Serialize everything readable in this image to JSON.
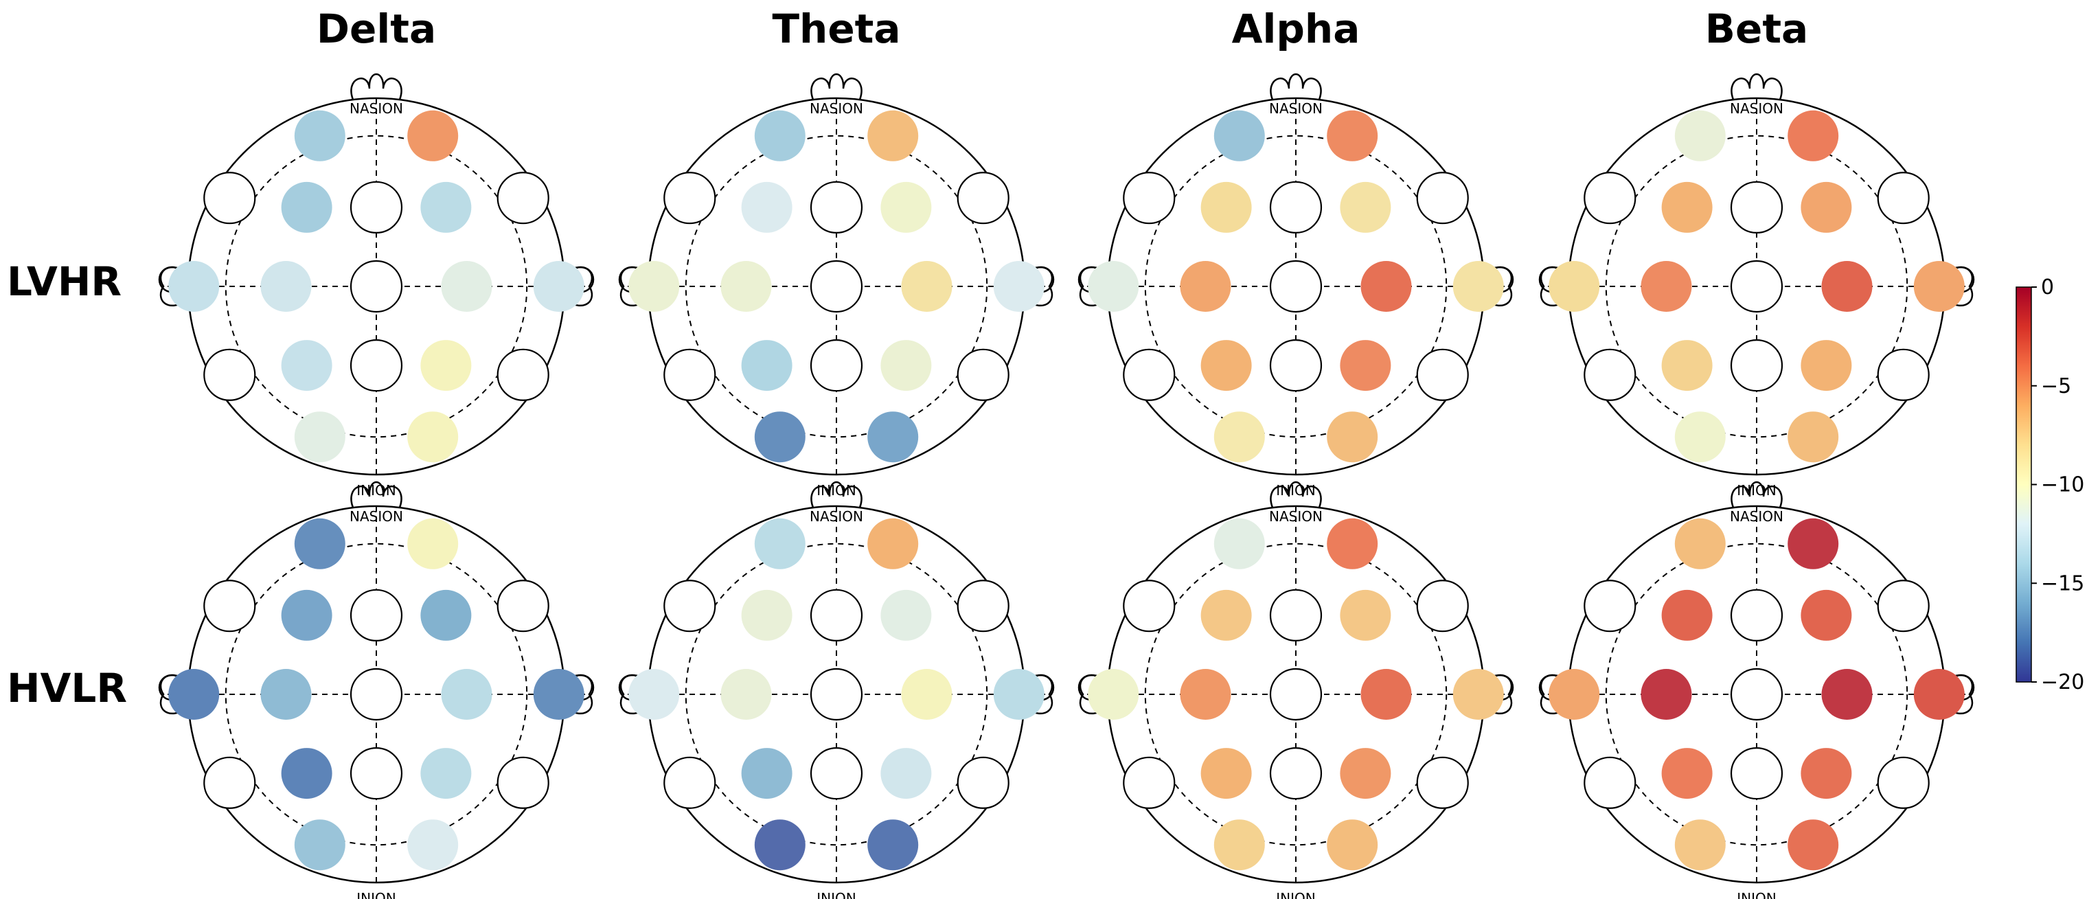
{
  "chart_data": {
    "type": "heatmap",
    "subtype": "eeg-topographic-electrode-map",
    "bands": [
      "Delta",
      "Theta",
      "Alpha",
      "Beta"
    ],
    "groups": [
      "LVHR",
      "HVLR"
    ],
    "landmarks": {
      "front": "NASION",
      "back": "INION"
    },
    "colormap": "RdYlBu_r",
    "colorbar": {
      "min": -20,
      "max": 0,
      "ticks": [
        "0",
        "−5",
        "−10",
        "−15",
        "−20"
      ],
      "tick_values": [
        0,
        -5,
        -10,
        -15,
        -20
      ]
    },
    "electrodes": [
      "Fp1",
      "Fp2",
      "F7",
      "F3",
      "Fz",
      "F4",
      "F8",
      "T3",
      "C3",
      "Cz",
      "C4",
      "T4",
      "T5",
      "P3",
      "Pz",
      "P4",
      "T6",
      "O1",
      "O2"
    ],
    "values": {
      "LVHR": {
        "Delta": {
          "Fp1": -14.5,
          "Fp2": -5.0,
          "F7": null,
          "F3": -14.5,
          "Fz": null,
          "F4": -13.5,
          "F8": null,
          "T3": -13.0,
          "C3": -12.5,
          "Cz": null,
          "C4": -11.5,
          "T4": -12.5,
          "T5": null,
          "P3": -13.0,
          "Pz": null,
          "P4": -9.8,
          "T6": null,
          "O1": -11.5,
          "O2": -9.8
        },
        "Theta": {
          "Fp1": -14.5,
          "Fp2": -6.5,
          "F7": null,
          "F3": -12.0,
          "Fz": null,
          "F4": -10.5,
          "F8": null,
          "T3": -10.8,
          "C3": -10.8,
          "Cz": null,
          "C4": -8.5,
          "T4": -12.0,
          "T5": null,
          "P3": -14.0,
          "Pz": null,
          "P4": -10.8,
          "T6": null,
          "O1": -17.5,
          "O2": -16.5
        },
        "Alpha": {
          "Fp1": -15.0,
          "Fp2": -4.5,
          "F7": null,
          "F3": -8.0,
          "Fz": null,
          "F4": -8.5,
          "F8": null,
          "T3": -11.5,
          "C3": -5.5,
          "Cz": null,
          "C4": -3.5,
          "T4": -8.5,
          "T5": null,
          "P3": -6.0,
          "Pz": null,
          "P4": -4.5,
          "T6": null,
          "O1": -9.0,
          "O2": -6.5
        },
        "Beta": {
          "Fp1": -11.0,
          "Fp2": -4.0,
          "F7": null,
          "F3": -6.0,
          "Fz": null,
          "F4": -5.5,
          "F8": null,
          "T3": -8.0,
          "C3": -4.5,
          "Cz": null,
          "C4": -3.0,
          "T4": -5.5,
          "T5": null,
          "P3": -7.5,
          "Pz": null,
          "P4": -6.0,
          "T6": null,
          "O1": -10.5,
          "O2": -6.5
        }
      },
      "HVLR": {
        "Delta": {
          "Fp1": -17.5,
          "Fp2": -9.8,
          "F7": null,
          "F3": -16.5,
          "Fz": null,
          "F4": -16.0,
          "F8": null,
          "T3": -18.0,
          "C3": -15.5,
          "Cz": null,
          "C4": -13.5,
          "T4": -17.5,
          "T5": null,
          "P3": -18.0,
          "Pz": null,
          "P4": -13.5,
          "T6": null,
          "O1": -15.0,
          "O2": -12.0
        },
        "Theta": {
          "Fp1": -13.5,
          "Fp2": -6.0,
          "F7": null,
          "F3": -11.0,
          "Fz": null,
          "F4": -11.5,
          "F8": null,
          "T3": -12.0,
          "C3": -11.0,
          "Cz": null,
          "C4": -9.8,
          "T4": -13.5,
          "T5": null,
          "P3": -15.5,
          "Pz": null,
          "P4": -12.5,
          "T6": null,
          "O1": -19.0,
          "O2": -18.5
        },
        "Alpha": {
          "Fp1": -11.5,
          "Fp2": -4.0,
          "F7": null,
          "F3": -7.0,
          "Fz": null,
          "F4": -7.0,
          "F8": null,
          "T3": -10.5,
          "C3": -5.0,
          "Cz": null,
          "C4": -3.5,
          "T4": -7.0,
          "T5": null,
          "P3": -6.0,
          "Pz": null,
          "P4": -5.0,
          "T6": null,
          "O1": -7.5,
          "O2": -6.5
        },
        "Beta": {
          "Fp1": -6.5,
          "Fp2": -1.0,
          "F7": null,
          "F3": -3.0,
          "Fz": null,
          "F4": -3.0,
          "F8": null,
          "T3": -5.5,
          "C3": -1.0,
          "Cz": null,
          "C4": -1.0,
          "T4": -2.5,
          "T5": null,
          "P3": -4.0,
          "Pz": null,
          "P4": -3.5,
          "T6": null,
          "O1": -7.0,
          "O2": -3.5
        }
      }
    }
  }
}
